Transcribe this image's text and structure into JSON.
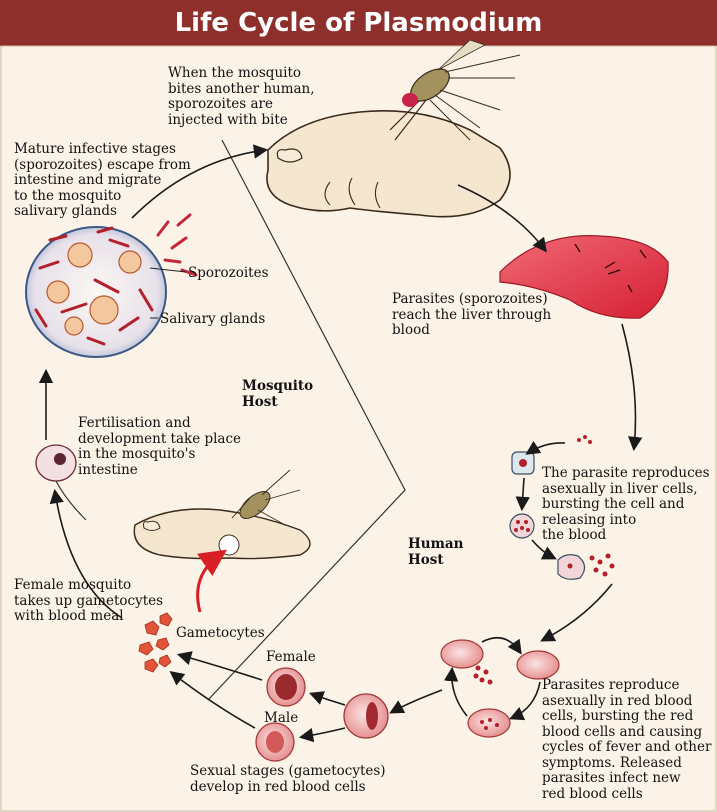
{
  "title": "Life Cycle of Plasmodium",
  "captions": {
    "mosquito_bite": "When the mosquito\nbites another human,\nsporozoites are\ninjected with bite",
    "mature_stages": "Mature infective stages\n(sporozoites) escape from\nintestine and migrate\nto the mosquito\nsalivary glands",
    "liver": "Parasites (sporozoites)\nreach the liver through\nblood",
    "liver_reproduce": "The parasite reproduces\nasexually in liver cells,\nbursting the cell and\nreleasing into\nthe blood",
    "rbc_reproduce": "Parasites reproduce\nasexually in red blood\ncells, bursting the red\nblood cells and causing\ncycles of fever and other\nsymptoms. Released\nparasites infect new\nred blood cells",
    "sexual_stages": "Sexual stages (gametocytes)\ndevelop in red blood cells",
    "female_mosquito": "Female mosquito\ntakes up gametocytes\nwith blood meal",
    "fertilisation": "Fertilisation and\ndevelopment take place\nin the mosquito's\nintestine"
  },
  "labels": {
    "sporozoites": "Sporozoites",
    "salivary_glands": "Salivary glands",
    "gametocytes": "Gametocytes",
    "female": "Female",
    "male": "Male"
  },
  "hosts": {
    "mosquito": "Mosquito\nHost",
    "human": "Human\nHost"
  },
  "colors": {
    "title_bar": "#8e2f2b",
    "background": "#fbf3e7",
    "liver": "#e0384a",
    "blood_cell": "#e9a4a4",
    "parasite": "#b3202a",
    "arrow": "#1a1a1a",
    "highlight_arrow": "#d81f26"
  }
}
